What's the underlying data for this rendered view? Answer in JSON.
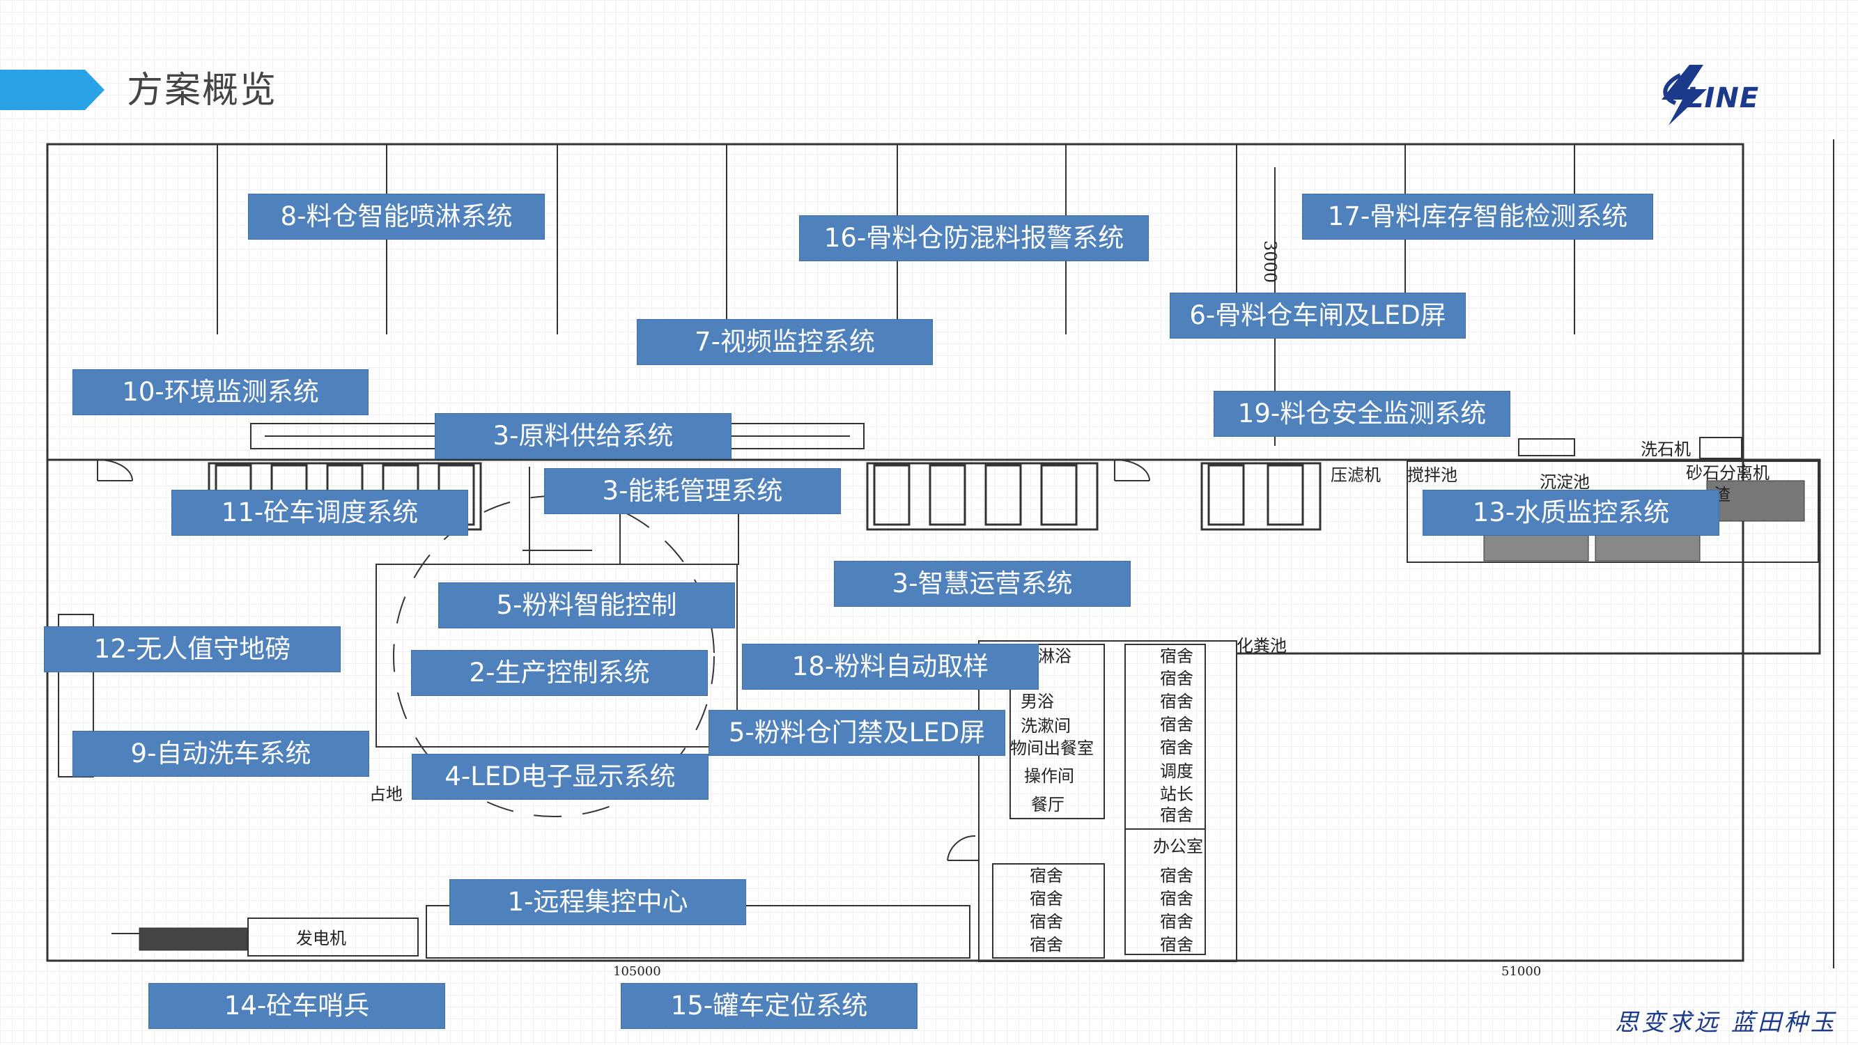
{
  "header": {
    "title": "方案概览"
  },
  "logo": {
    "text": "LINE"
  },
  "footer": {
    "slogan": "思变求远 蓝田种玉"
  },
  "plan_labels": {
    "l8": "8-料仓智能喷淋系统",
    "l16": "16-骨料仓防混料报警系统",
    "l17": "17-骨料库存智能检测系统",
    "l6": "6-骨料仓车闸及LED屏",
    "l7": "7-视频监控系统",
    "l10": "10-环境监测系统",
    "l19": "19-料仓安全监测系统",
    "l3a": "3-原料供给系统",
    "l3b": "3-能耗管理系统",
    "l11": "11-砼车调度系统",
    "l13": "13-水质监控系统",
    "l3c": "3-智慧运营系统",
    "l5a": "5-粉料智能控制",
    "l12": "12-无人值守地磅",
    "l2": "2-生产控制系统",
    "l18": "18-粉料自动取样",
    "l5b": "5-粉料仓门禁及LED屏",
    "l9": "9-自动洗车系统",
    "l4": "4-LED电子显示系统",
    "l1": "1-远程集控中心",
    "l14": "14-砼车哨兵",
    "l15": "15-罐车定位系统"
  },
  "room_labels": {
    "press_filter": "压滤机",
    "stir_pool": "搅拌池",
    "sediment": "沉淀池",
    "washer": "洗石机",
    "separator": "砂石分离机",
    "residue": "渣",
    "septic": "化粪池",
    "generator": "发电机",
    "bath": "淋浴",
    "male_bath": "男浴",
    "wash_room": "洗漱间",
    "storage_dining": "物间出餐室",
    "operation": "操作间",
    "canteen": "餐厅",
    "dorm": "宿舍",
    "dispatch": "调度",
    "station_master": "站长",
    "office": "办公室",
    "area": "占地",
    "dim_3000": "3000",
    "dim_105000": "105000",
    "dim_51000": "51000"
  }
}
